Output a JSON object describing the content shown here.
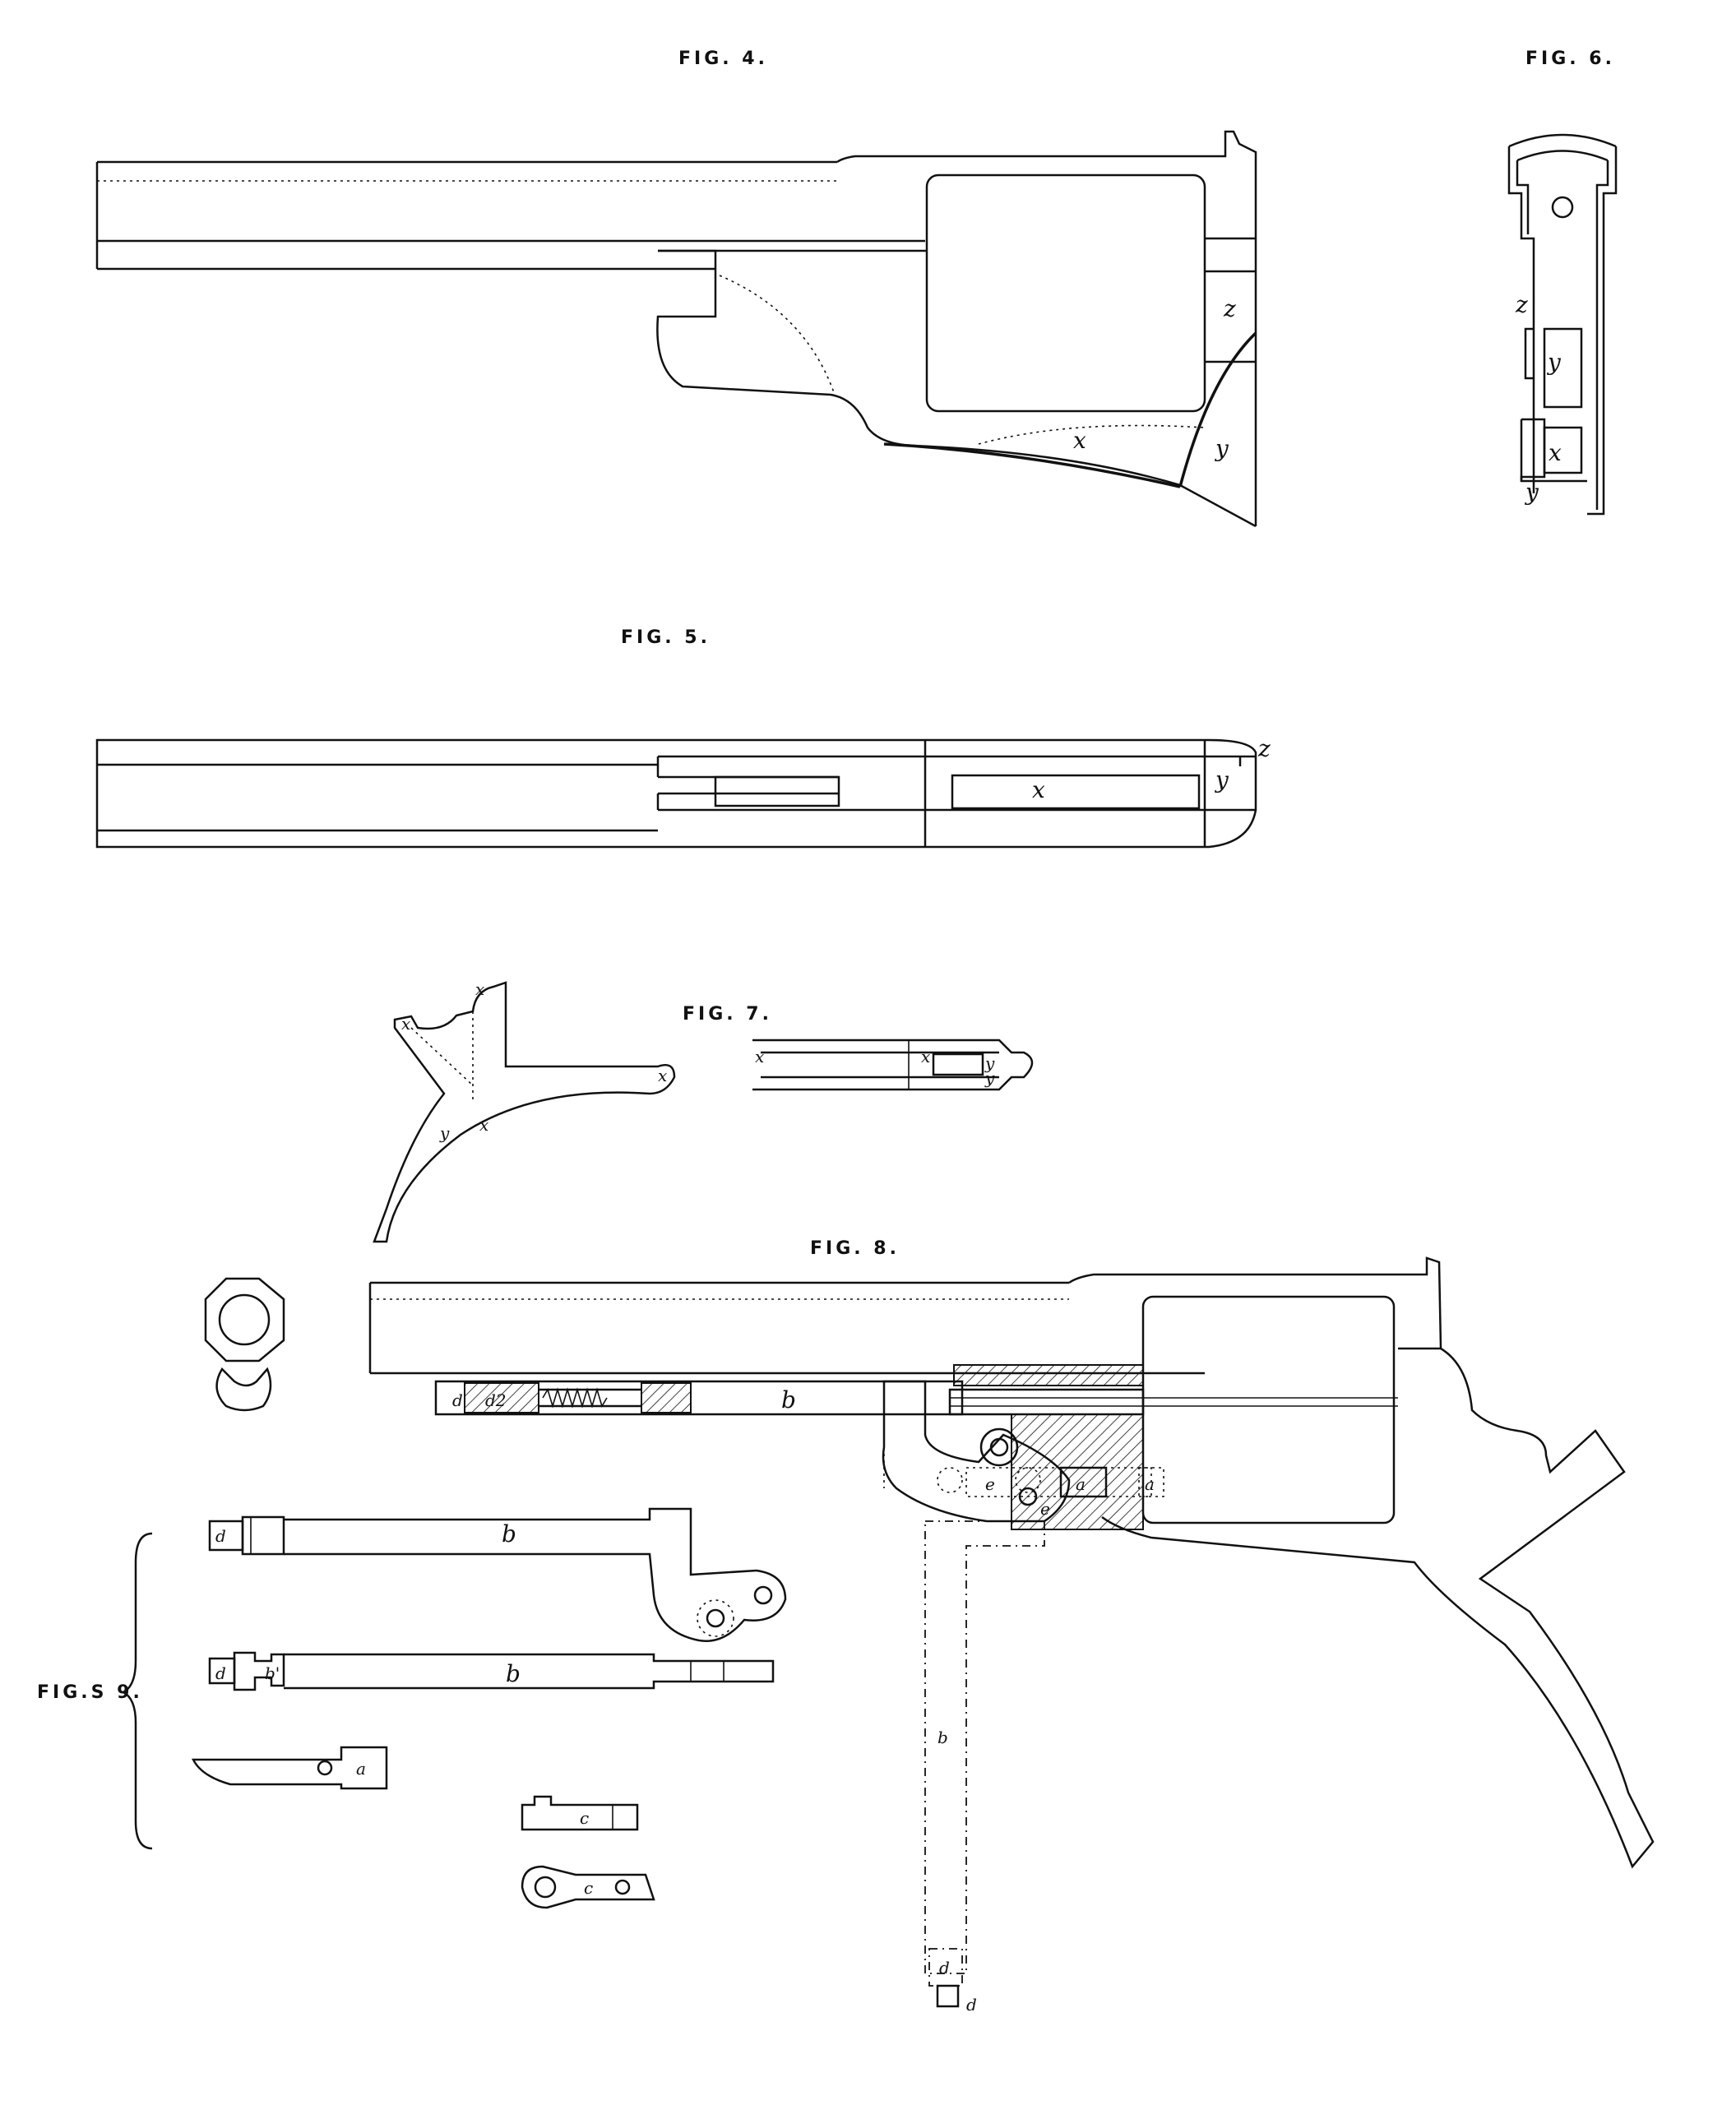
{
  "figures": {
    "fig4": {
      "title": "FIG. 4.",
      "labels": [
        "z",
        "x",
        "y"
      ]
    },
    "fig5": {
      "title": "FIG. 5.",
      "labels": [
        "z",
        "y",
        "x"
      ]
    },
    "fig6": {
      "title": "FIG. 6.",
      "labels": [
        "z",
        "y",
        "x",
        "y"
      ]
    },
    "fig7": {
      "title": "FIG. 7.",
      "labels": [
        "x",
        "x",
        "x",
        "x",
        "x",
        "y",
        "x",
        "y",
        "y"
      ]
    },
    "fig8": {
      "title": "FIG. 8.",
      "labels": [
        "d",
        "d2",
        "b",
        "e",
        "a",
        "a",
        "e",
        "b",
        "d",
        "d"
      ]
    },
    "fig9": {
      "title": "FIG.S 9.",
      "labels": [
        "d",
        "b",
        "d",
        "b'",
        "b",
        "a",
        "c",
        "c"
      ]
    }
  }
}
